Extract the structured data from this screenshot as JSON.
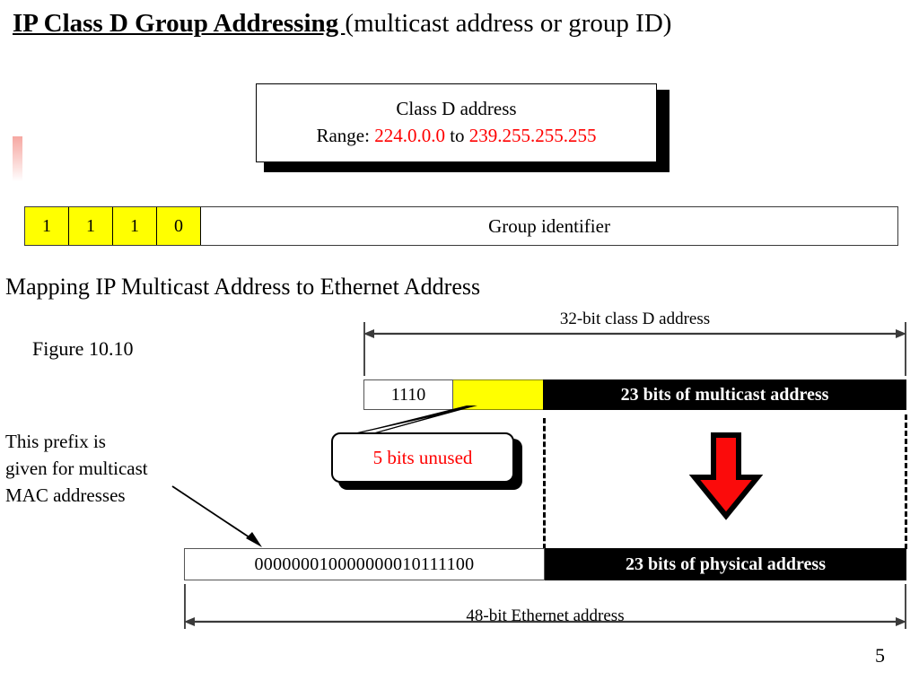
{
  "slide": {
    "title_main": "IP Class D Group Addressing ",
    "title_sub": "(multicast address or group ID)",
    "page_number": "5"
  },
  "class_d_box": {
    "line1": "Class D address",
    "range_label": "Range: ",
    "range_start": "224.0.0.0",
    "range_joiner": "  to  ",
    "range_end": "239.255.255.255",
    "accent_color": "#ff0000"
  },
  "bit_field": {
    "bits": [
      "1",
      "1",
      "1",
      "0"
    ],
    "remainder_label": "Group identifier",
    "bit_cell_color": "#ffff00"
  },
  "mapping_section": {
    "heading": "Mapping IP Multicast Address to Ethernet Address",
    "figure_label": "Figure 10.10",
    "prefix_note_line1": "This prefix is",
    "prefix_note_line2": "given for multicast",
    "prefix_note_line3": "MAC addresses"
  },
  "ip_diagram": {
    "measure_top_label": "32-bit class D address",
    "prefix_bits": "1110",
    "unused_segment_color": "#ffff00",
    "multicast_label": "23 bits of multicast address",
    "unused_callout": "5 bits unused",
    "unused_callout_color": "#ff0000",
    "arrow_color": "#ff0000"
  },
  "ethernet_diagram": {
    "binary_prefix": "000000010000000010111100",
    "physical_label": "23 bits of physical address",
    "measure_bottom_label": "48-bit Ethernet address"
  }
}
